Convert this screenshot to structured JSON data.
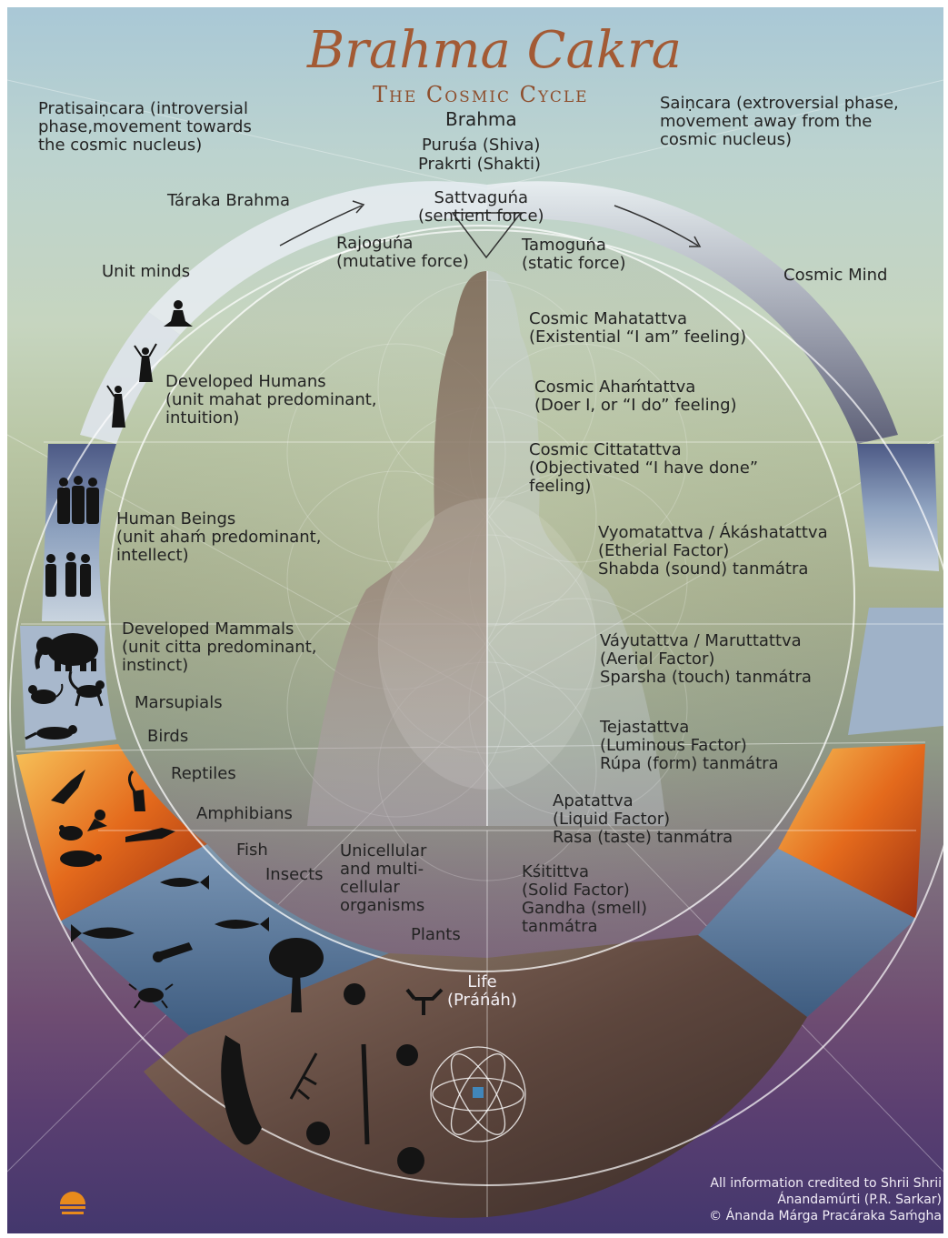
{
  "header": {
    "title": "Brahma Cakra",
    "subtitle": "The Cosmic Cycle",
    "brahma": "Brahma",
    "purusha": "Puruśa (Shiva)",
    "prakrti": "Prakrti (Shakti)"
  },
  "phases": {
    "pratisaincara": "Pratisaiṇcara (introversial\nphase,movement towards\nthe cosmic nucleus)",
    "saincara": "Saiṇcara (extroversial phase,\nmovement away from the\ncosmic nucleus)"
  },
  "gunas": {
    "sattvaguna": "Sattvaguńa\n(sentient force)",
    "rajoguna": "Rajoguńa\n(mutative force)",
    "tamoguna": "Tamoguńa\n(static force)"
  },
  "left_labels": {
    "taraka_brahma": "Táraka Brahma",
    "unit_minds": "Unit minds",
    "developed_humans": "Developed Humans\n(unit mahat predominant,\nintuition)",
    "human_beings": "Human Beings\n(unit ahaḿ predominant,\nintellect)",
    "developed_mammals": "Developed Mammals\n(unit citta predominant,\ninstinct)",
    "marsupials": "Marsupials",
    "birds": "Birds",
    "reptiles": "Reptiles",
    "amphibians": "Amphibians",
    "fish": "Fish",
    "insects": "Insects",
    "unicellular": "Unicellular\nand multi-\ncellular\norganisms",
    "plants": "Plants",
    "life": "Life\n(Práńáh)"
  },
  "right_labels": {
    "cosmic_mind": "Cosmic Mind",
    "mahatattva": "Cosmic Mahatattva\n(Existential “I am” feeling)",
    "ahamtattva": "Cosmic Ahaḿtattva\n(Doer I, or “I do” feeling)",
    "cittatattva": "Cosmic Cittatattva\n(Objectivated “I have done”\nfeeling)",
    "vyomatattva": "Vyomatattva / Ákáshatattva\n(Etherial Factor)\nShabda (sound) tanmátra",
    "vayutattva": "Váyutattva / Maruttattva\n(Aerial Factor)\nSparsha (touch) tanmátra",
    "tejastattva": "Tejastattva\n(Luminous Factor)\nRúpa (form) tanmátra",
    "apatattva": "Apatattva\n(Liquid Factor)\nRasa (taste) tanmátra",
    "ksititattva": "Kśitittva\n(Solid Factor)\nGandha (smell)\ntanmátra"
  },
  "footer": {
    "credit": "All information credited to Shrii Shrii\nÁnandamúrti (P.R. Sarkar)\n© Ánanda Márga Pracáraka Saḿgha"
  },
  "colors": {
    "title": "#a35a34",
    "ring_light": "#e8ecf2",
    "fire": "#e07a20",
    "water": "#5d7fa3",
    "rock": "#6e5548"
  },
  "icons": [
    "meditating-figure-icon",
    "dancing-figure-icon",
    "human-group-icon",
    "elephant-icon",
    "cat-icon",
    "monkey-icon",
    "marsupial-icon",
    "bird-icon",
    "heron-icon",
    "frog-icon",
    "crocodile-icon",
    "turtle-icon",
    "fish-icon",
    "lobster-icon",
    "crab-icon",
    "tree-icon",
    "cell-icon",
    "seaweed-icon",
    "bacteria-icon",
    "atom-icon",
    "logo-icon"
  ]
}
